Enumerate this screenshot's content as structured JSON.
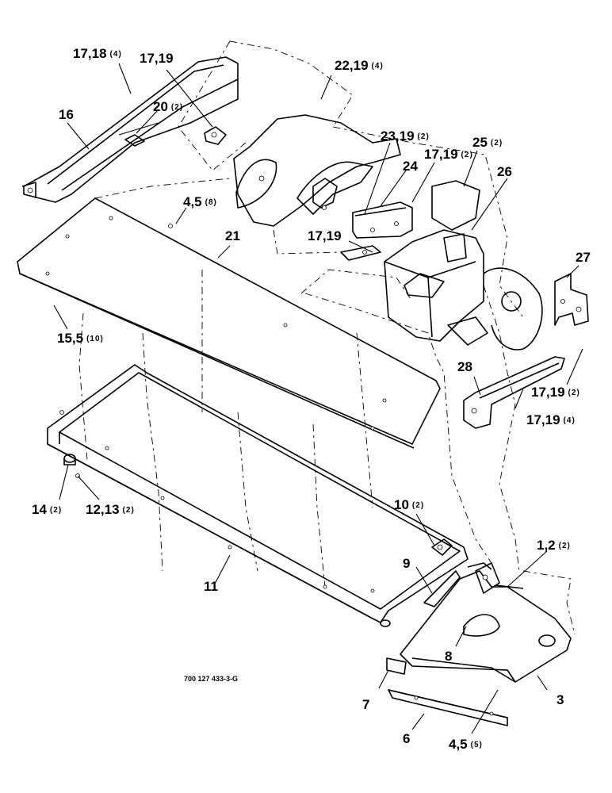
{
  "drawing_number": "700 127 433-3-G",
  "callouts": [
    {
      "id": "c1",
      "num": "17,18",
      "qty": "(4)"
    },
    {
      "id": "c2",
      "num": "17,19",
      "qty": ""
    },
    {
      "id": "c3",
      "num": "22,19",
      "qty": "(4)"
    },
    {
      "id": "c4",
      "num": "20",
      "qty": "(2)"
    },
    {
      "id": "c5",
      "num": "16",
      "qty": ""
    },
    {
      "id": "c6",
      "num": "23,19",
      "qty": "(2)"
    },
    {
      "id": "c7",
      "num": "25",
      "qty": "(2)"
    },
    {
      "id": "c8",
      "num": "24",
      "qty": ""
    },
    {
      "id": "c9",
      "num": "17,19",
      "qty": "(2)"
    },
    {
      "id": "c10",
      "num": "26",
      "qty": ""
    },
    {
      "id": "c11",
      "num": "4,5",
      "qty": "(8)"
    },
    {
      "id": "c12",
      "num": "21",
      "qty": ""
    },
    {
      "id": "c13",
      "num": "17,19",
      "qty": ""
    },
    {
      "id": "c14",
      "num": "27",
      "qty": ""
    },
    {
      "id": "c15",
      "num": "15,5",
      "qty": "(10)"
    },
    {
      "id": "c16",
      "num": "28",
      "qty": ""
    },
    {
      "id": "c17",
      "num": "17,19",
      "qty": "(2)"
    },
    {
      "id": "c18",
      "num": "17,19",
      "qty": "(4)"
    },
    {
      "id": "c19",
      "num": "14",
      "qty": "(2)"
    },
    {
      "id": "c20",
      "num": "12,13",
      "qty": "(2)"
    },
    {
      "id": "c21",
      "num": "10",
      "qty": "(2)"
    },
    {
      "id": "c22",
      "num": "1,2",
      "qty": "(2)"
    },
    {
      "id": "c23",
      "num": "9",
      "qty": ""
    },
    {
      "id": "c24",
      "num": "11",
      "qty": ""
    },
    {
      "id": "c25",
      "num": "8",
      "qty": ""
    },
    {
      "id": "c26",
      "num": "7",
      "qty": ""
    },
    {
      "id": "c27",
      "num": "3",
      "qty": ""
    },
    {
      "id": "c28",
      "num": "6",
      "qty": ""
    },
    {
      "id": "c29",
      "num": "4,5",
      "qty": "(5)"
    }
  ]
}
